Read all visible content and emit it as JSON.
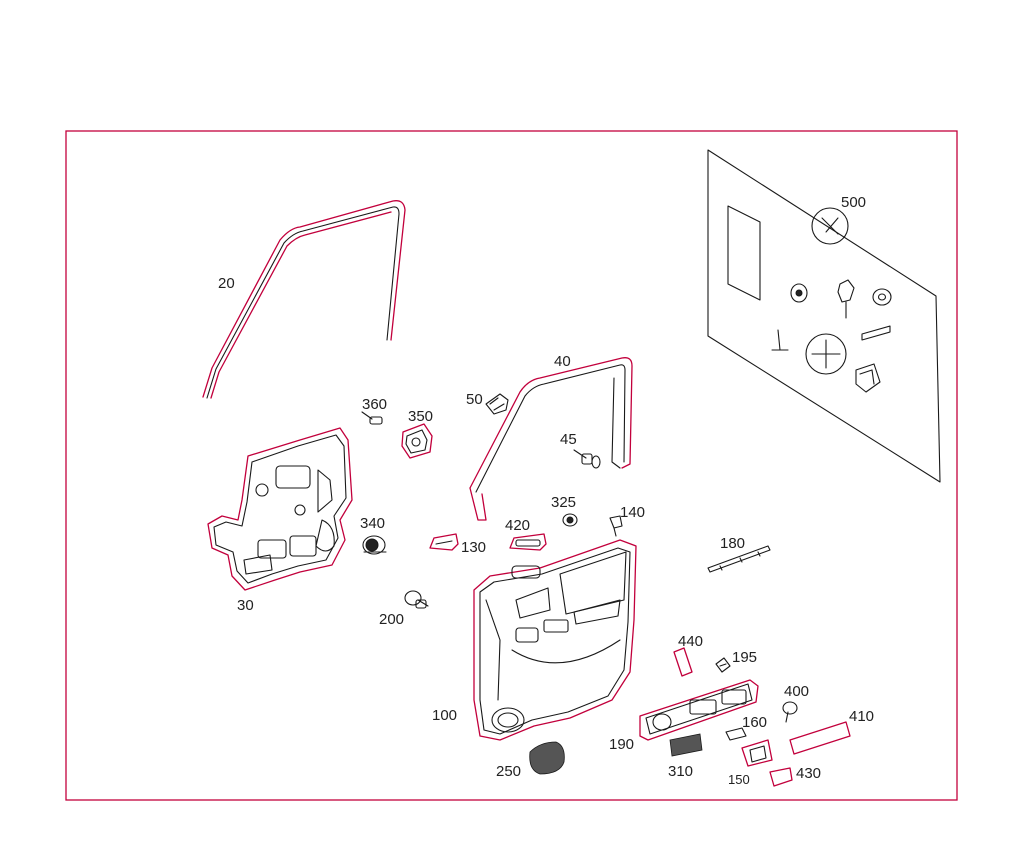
{
  "diagram": {
    "frame_color": "#c2003c",
    "ink_color": "#1a1a1a",
    "labels": {
      "p20": "20",
      "p30": "30",
      "p40": "40",
      "p45": "45",
      "p50": "50",
      "p100": "100",
      "p130": "130",
      "p140": "140",
      "p150": "150",
      "p160": "160",
      "p180": "180",
      "p190": "190",
      "p195": "195",
      "p200": "200",
      "p250": "250",
      "p310": "310",
      "p325": "325",
      "p340": "340",
      "p350": "350",
      "p360": "360",
      "p400": "400",
      "p410": "410",
      "p420": "420",
      "p430": "430",
      "p440": "440",
      "p500": "500"
    }
  }
}
